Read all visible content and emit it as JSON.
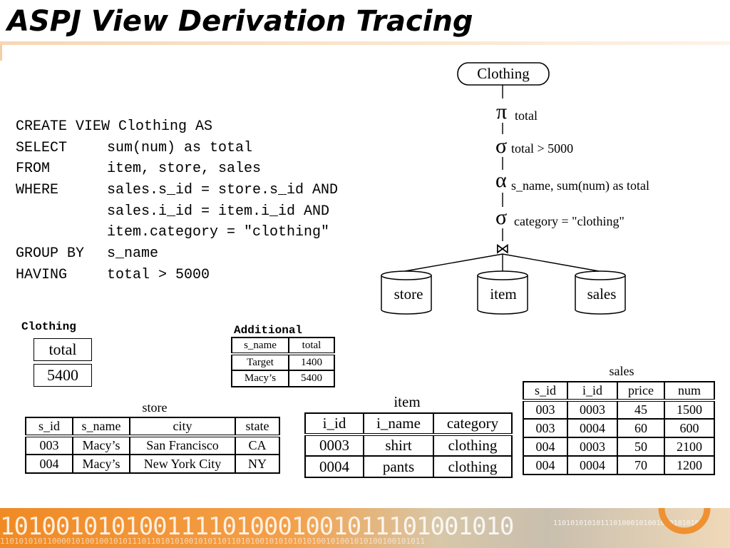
{
  "slide": {
    "title": "ASPJ View Derivation Tracing"
  },
  "sql": {
    "lines": [
      {
        "kw": "CREATE VIEW Clothing AS",
        "val": ""
      },
      {
        "kw": "SELECT",
        "val": "sum(num) as total"
      },
      {
        "kw": "FROM",
        "val": "item, store, sales"
      },
      {
        "kw": "WHERE",
        "val": "sales.s_id = store.s_id AND"
      },
      {
        "kw": "",
        "val": "sales.i_id = item.i_id AND"
      },
      {
        "kw": "",
        "val": "item.category = \"clothing\""
      },
      {
        "kw": "GROUP BY",
        "val": "s_name"
      },
      {
        "kw": "HAVING",
        "val": "total > 5000"
      }
    ]
  },
  "tree": {
    "root": "Clothing",
    "pi_symbol": "π",
    "pi_sub": "total",
    "sigma_symbol": "σ",
    "sigma1_sub": "total > 5000",
    "alpha_symbol": "α",
    "alpha_sub": "s_name, sum(num) as total",
    "sigma2_sub": "category = \"clothing\"",
    "join_symbol": "⋈",
    "leaves": [
      "store",
      "item",
      "sales"
    ]
  },
  "clothing_table": {
    "caption": "Clothing",
    "header": "total",
    "value": "5400"
  },
  "additional_table": {
    "caption": "Additional",
    "columns": [
      "s_name",
      "total"
    ],
    "rows": [
      [
        "Target",
        "1400"
      ],
      [
        "Macy’s",
        "5400"
      ]
    ]
  },
  "store_table": {
    "caption": "store",
    "columns": [
      "s_id",
      "s_name",
      "city",
      "state"
    ],
    "rows": [
      [
        "003",
        "Macy’s",
        "San Francisco",
        "CA"
      ],
      [
        "004",
        "Macy’s",
        "New York City",
        "NY"
      ]
    ]
  },
  "item_table": {
    "caption": "item",
    "columns": [
      "i_id",
      "i_name",
      "category"
    ],
    "rows": [
      [
        "0003",
        "shirt",
        "clothing"
      ],
      [
        "0004",
        "pants",
        "clothing"
      ]
    ]
  },
  "sales_table": {
    "caption": "sales",
    "columns": [
      "s_id",
      "i_id",
      "price",
      "num"
    ],
    "rows": [
      [
        "003",
        "0003",
        "45",
        "1500"
      ],
      [
        "003",
        "0004",
        "60",
        "600"
      ],
      [
        "004",
        "0003",
        "50",
        "2100"
      ],
      [
        "004",
        "0004",
        "70",
        "1200"
      ]
    ]
  },
  "footer": {
    "bits": "1010010101001111010001001011101001010",
    "bits_small": "110101010110000101001001010111011010101001010110110101001010101010100101001010100100101011",
    "bits_right": "1101010101011101000101001000101010"
  },
  "colors": {
    "accent": "#f08a24",
    "title_rule": "#f6d7b4"
  }
}
